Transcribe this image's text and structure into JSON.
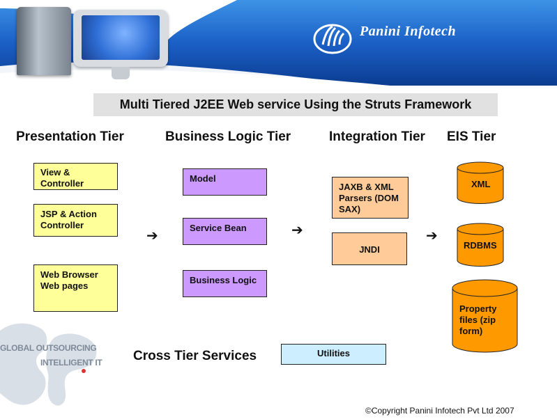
{
  "header": {
    "brand": "Panini Infotech"
  },
  "title": "Multi Tiered J2EE Web service Using the Struts Framework",
  "tiers": {
    "presentation": "Presentation Tier",
    "business": "Business Logic Tier",
    "integration": "Integration Tier",
    "eis": "EIS Tier"
  },
  "presentation_boxes": [
    {
      "line1": "View &",
      "line2": "Controller"
    },
    {
      "line1": "JSP & Action",
      "line2": "Controller"
    },
    {
      "line1": "Web Browser",
      "line2": "Web pages"
    }
  ],
  "business_boxes": [
    "Model",
    "Service Bean",
    "Business Logic"
  ],
  "integration_boxes": {
    "jaxb_line1": "JAXB & XML",
    "jaxb_line2": "Parsers (DOM",
    "jaxb_line3": "SAX)",
    "jndi": "JNDI"
  },
  "eis_stores": {
    "xml": "XML",
    "rdbms": "RDBMS",
    "property_line1": "Property",
    "property_line2": "files (zip",
    "property_line3": "form)"
  },
  "arrow_glyph": "➔",
  "watermark": {
    "line1": "GLOBAL OUTSOURCING",
    "line2": "INTELLIGENT IT"
  },
  "cross_tier": "Cross Tier Services",
  "utilities": "Utilities",
  "copyright": "©Copyright Panini Infotech Pvt Ltd 2007",
  "colors": {
    "header_blue": "#1a63c7",
    "yellow_box": "#ffff99",
    "purple_box": "#cc99ff",
    "peach_box": "#ffcc99",
    "utilities_box": "#cceeff",
    "cylinder": "#ff9900"
  }
}
